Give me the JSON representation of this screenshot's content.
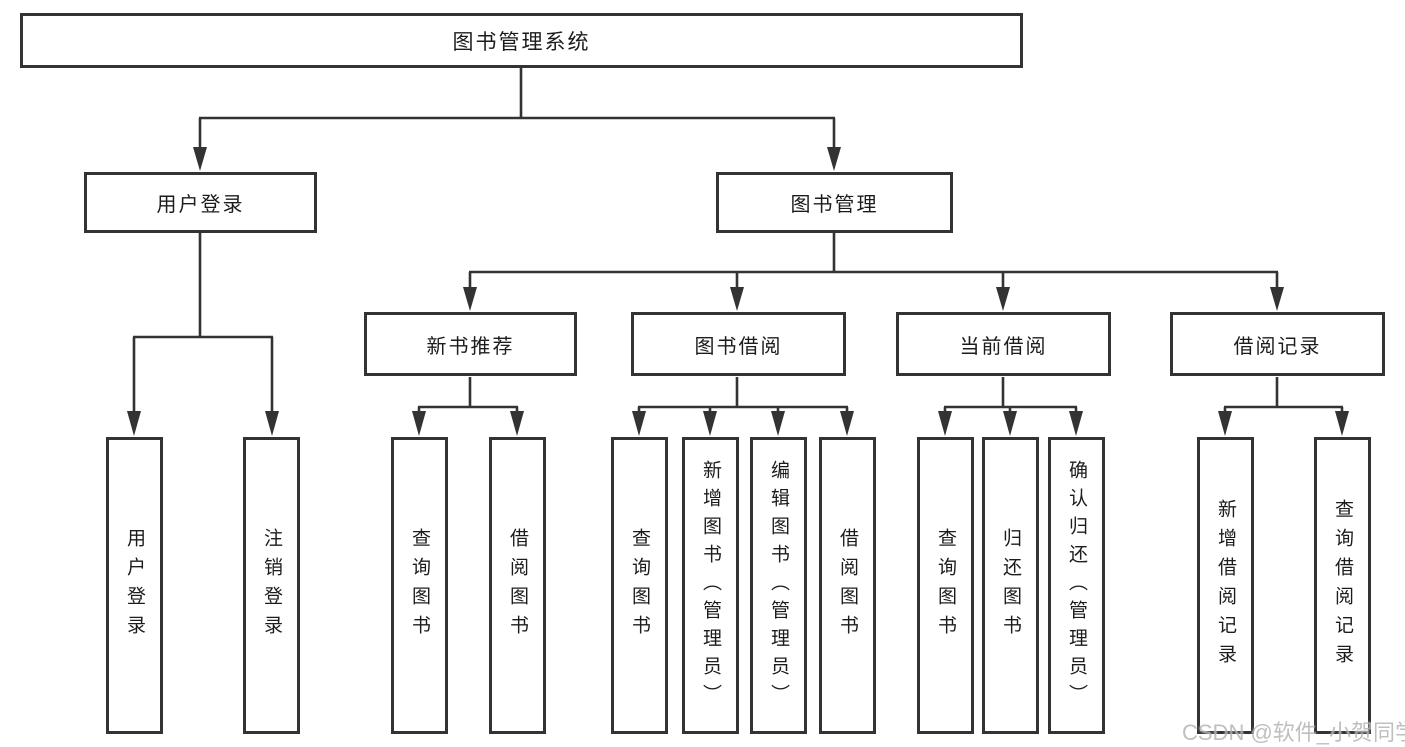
{
  "diagram": {
    "root": {
      "label": "图书管理系统"
    },
    "level2": [
      {
        "label": "用户登录"
      },
      {
        "label": "图书管理"
      }
    ],
    "level3": [
      {
        "label": "新书推荐"
      },
      {
        "label": "图书借阅"
      },
      {
        "label": "当前借阅"
      },
      {
        "label": "借阅记录"
      }
    ],
    "leaves_user_login": [
      {
        "label": "用户登录"
      },
      {
        "label": "注销登录"
      }
    ],
    "leaves_new_book": [
      {
        "label": "查询图书"
      },
      {
        "label": "借阅图书"
      }
    ],
    "leaves_book_borrow": [
      {
        "label": "查询图书"
      },
      {
        "label": "新增图书（管理员）"
      },
      {
        "label": "编辑图书（管理员）"
      },
      {
        "label": "借阅图书"
      }
    ],
    "leaves_current_borrow": [
      {
        "label": "查询图书"
      },
      {
        "label": "归还图书"
      },
      {
        "label": "确认归还（管理员）"
      }
    ],
    "leaves_borrow_records": [
      {
        "label": "新增借阅记录"
      },
      {
        "label": "查询借阅记录"
      }
    ]
  },
  "watermark": {
    "text": "CSDN @软件_小贺同学"
  },
  "colors": {
    "line": "#333333",
    "box_border": "#333333",
    "box_bg": "#ffffff",
    "text": "#1c1c1c",
    "watermark": "#b5b5b5"
  }
}
